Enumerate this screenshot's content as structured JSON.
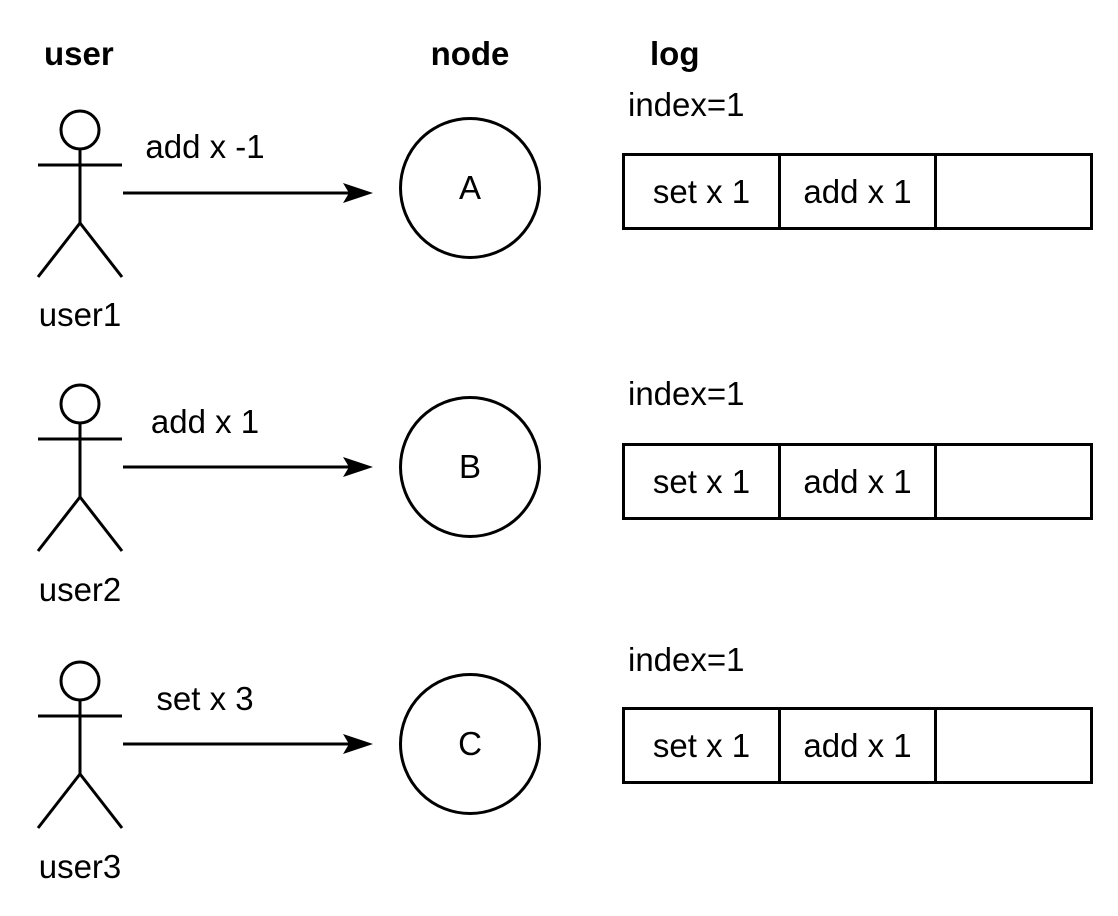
{
  "headers": {
    "user": "user",
    "node": "node",
    "log": "log"
  },
  "rows": [
    {
      "user_label": "user1",
      "message": "add x -1",
      "node_label": "A",
      "log": {
        "index_label": "index=1",
        "cells": [
          "set x 1",
          "add x 1",
          ""
        ]
      }
    },
    {
      "user_label": "user2",
      "message": "add x 1",
      "node_label": "B",
      "log": {
        "index_label": "index=1",
        "cells": [
          "set x 1",
          "add x 1",
          ""
        ]
      }
    },
    {
      "user_label": "user3",
      "message": "set x 3",
      "node_label": "C",
      "log": {
        "index_label": "index=1",
        "cells": [
          "set x 1",
          "add x 1",
          ""
        ]
      }
    }
  ],
  "colors": {
    "stroke": "#000000",
    "background": "#ffffff",
    "text": "#000000"
  }
}
